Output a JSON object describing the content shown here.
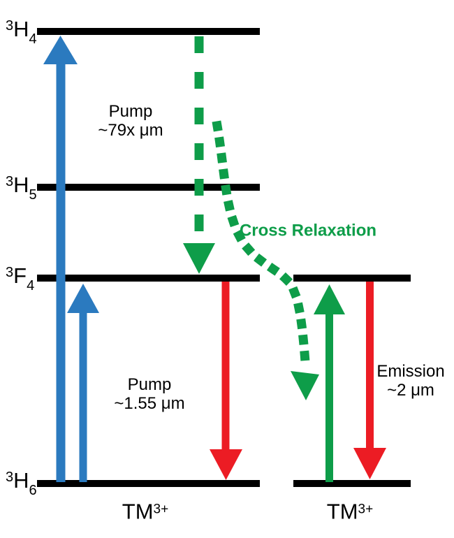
{
  "colors": {
    "pump_blue": "#2B7ABF",
    "relaxation_green": "#0E9D49",
    "emission_red": "#EC1C24",
    "level_black": "#000000"
  },
  "ions": {
    "left": {
      "name": "TM",
      "name_sup": "3+",
      "levels": [
        {
          "id": "3H4",
          "sup": "3",
          "letter": "H",
          "sub": "4"
        },
        {
          "id": "3H5",
          "sup": "3",
          "letter": "H",
          "sub": "5"
        },
        {
          "id": "3F4",
          "sup": "3",
          "letter": "F",
          "sub": "4"
        },
        {
          "id": "3H6",
          "sup": "3",
          "letter": "H",
          "sub": "6"
        }
      ]
    },
    "right": {
      "name": "TM",
      "name_sup": "3+"
    }
  },
  "annotations": {
    "pump_upper": {
      "line1": "Pump",
      "line2": "~79x μm"
    },
    "pump_lower": {
      "line1": "Pump",
      "line2": "~1.55 μm"
    },
    "emission": {
      "line1": "Emission",
      "line2": "~2 μm"
    },
    "cross_relaxation": "Cross Relaxation"
  },
  "transitions": [
    {
      "name": "pump-upper-arrow",
      "ion": "left",
      "from": "3H6",
      "to": "3H4",
      "direction": "up",
      "color": "pump_blue",
      "style": "solid"
    },
    {
      "name": "pump-lower-arrow",
      "ion": "left",
      "from": "3H6",
      "to": "3F4",
      "direction": "up",
      "color": "pump_blue",
      "style": "solid"
    },
    {
      "name": "decay-dashed-arrow",
      "ion": "left",
      "from": "3H4",
      "to": "3F4",
      "direction": "down",
      "color": "relaxation_green",
      "style": "dashed"
    },
    {
      "name": "emission-left-arrow",
      "ion": "left",
      "from": "3F4",
      "to": "3H6",
      "direction": "down",
      "color": "emission_red",
      "style": "solid"
    },
    {
      "name": "cross-relaxation-curve",
      "ion": "left-to-right",
      "from": "3H4",
      "to": "3F4",
      "direction": "down",
      "color": "relaxation_green",
      "style": "dotted"
    },
    {
      "name": "excitation-right-arrow",
      "ion": "right",
      "from": "3H6",
      "to": "3F4",
      "direction": "up",
      "color": "relaxation_green",
      "style": "solid"
    },
    {
      "name": "emission-right-arrow",
      "ion": "right",
      "from": "3F4",
      "to": "3H6",
      "direction": "down",
      "color": "emission_red",
      "style": "solid"
    }
  ]
}
